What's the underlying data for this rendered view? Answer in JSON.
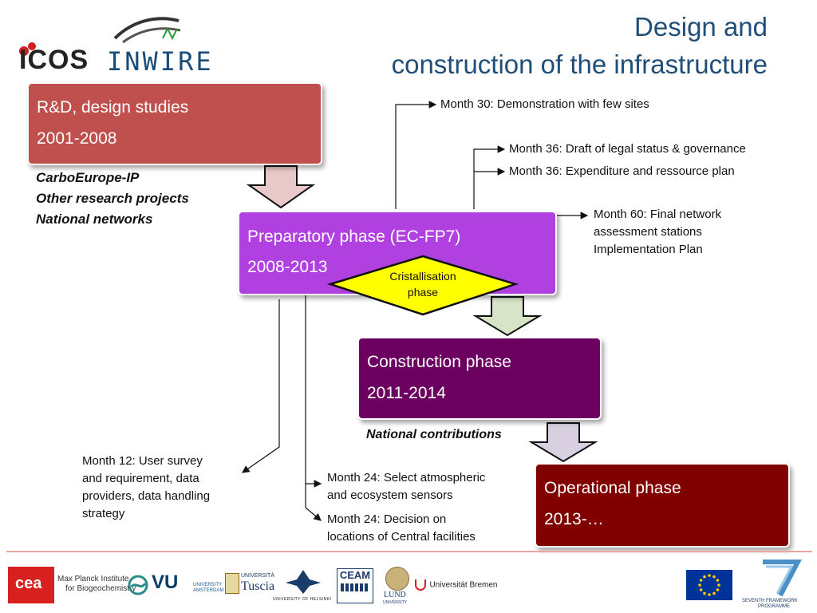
{
  "title": {
    "line1": "Design and",
    "line2": "construction of the infrastructure"
  },
  "header_logo": {
    "icos": "ICOS",
    "inwire": "INWIRE"
  },
  "phases": {
    "rd": {
      "name": "R&D, design studies",
      "years": "2001-2008",
      "color": "#c0504d"
    },
    "preparatory": {
      "name": "Preparatory phase (EC-FP7)",
      "years": "2008-2013",
      "color": "#b040e0"
    },
    "construction": {
      "name": "Construction phase",
      "years": "2011-2014",
      "color": "#6b0060"
    },
    "operational": {
      "name": "Operational phase",
      "years": "2013-…",
      "color": "#800000"
    }
  },
  "rd_sources": [
    "CarboEurope-IP",
    "Other research projects",
    "National networks"
  ],
  "crystallisation": {
    "line1": "Cristallisation",
    "line2": "phase",
    "color": "#ffff00"
  },
  "national_contributions": "National contributions",
  "milestones": {
    "m30": "Month 30: Demonstration with few sites",
    "m36a": "Month 36: Draft of legal status & governance",
    "m36b": "Month 36: Expenditure and ressource plan",
    "m60": [
      "Month 60: Final network",
      "assessment stations",
      "Implementation Plan"
    ],
    "m12": [
      "Month 12: User survey",
      "and requirement, data",
      "providers, data handling",
      "strategy"
    ],
    "m24a": [
      "Month 24: Select atmospheric",
      "and ecosystem sensors"
    ],
    "m24b": [
      "Month 24: Decision on",
      "locations of Central  facilities"
    ]
  },
  "footer_logos": {
    "cea": "cea",
    "mpi_line1": "Max Planck Institute",
    "mpi_line2": "for Biogeochemistry",
    "vu": "VU",
    "vu_sub1": "UNIVERSITY",
    "vu_sub2": "AMSTERDAM",
    "tuscia1": "UNIVERSITÀ",
    "tuscia2": "Tuscia",
    "helsinki": "UNIVERSITY OF HELSINKI",
    "ceam": "CEAM",
    "lund1": "LUND",
    "lund2": "UNIVERSITY",
    "bremen": "Universität Bremen",
    "fp7_1": "SEVENTH FRAMEWORK",
    "fp7_2": "PROGRAMME"
  }
}
